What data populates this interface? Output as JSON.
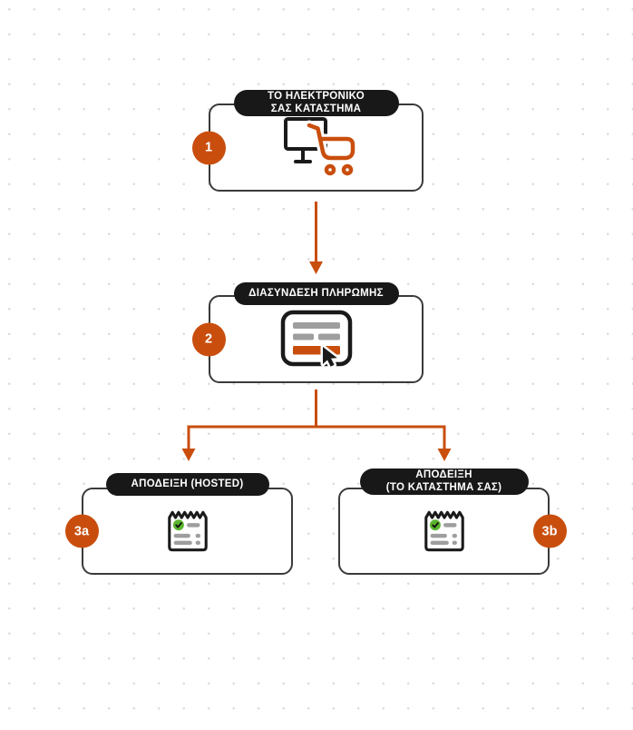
{
  "palette": {
    "accent_orange": "#C94E0D",
    "pill_black": "#181818",
    "box_border_gray": "#3A3A3A",
    "icon_black": "#1A1A1A",
    "icon_gray": "#9E9E9E",
    "check_green": "#5BB52E",
    "background_dot_gray": "#DCDCDC"
  },
  "nodes": [
    {
      "id": "eshop",
      "badge": "1",
      "label_line1": "ΤΟ ΗΛΕΚΤΡΟΝΙΚΟ",
      "label_line2": "ΣΑΣ ΚΑΤΑΣΤΗΜΑ",
      "icon": "monitor-shopping-cart-icon"
    },
    {
      "id": "payment-link",
      "badge": "2",
      "label_line1": "ΔΙΑΣΥΝΔΕΣΗ ΠΛΗΡΩΜΗΣ",
      "label_line2": "",
      "icon": "payment-form-cursor-icon"
    },
    {
      "id": "receipt-hosted",
      "badge": "3a",
      "label_line1": "ΑΠΟΔΕΙΞΗ (HOSTED)",
      "label_line2": "",
      "icon": "receipt-check-icon"
    },
    {
      "id": "receipt-your-shop",
      "badge": "3b",
      "label_line1": "ΑΠΟΔΕΙΞΗ",
      "label_line2": "(ΤΟ ΚΑΤΑΣΤΗΜΑ ΣΑΣ)",
      "icon": "receipt-check-icon"
    }
  ],
  "connectors": [
    {
      "from": "eshop",
      "to": "payment-link"
    },
    {
      "from": "payment-link",
      "to": "receipt-hosted"
    },
    {
      "from": "payment-link",
      "to": "receipt-your-shop"
    }
  ]
}
